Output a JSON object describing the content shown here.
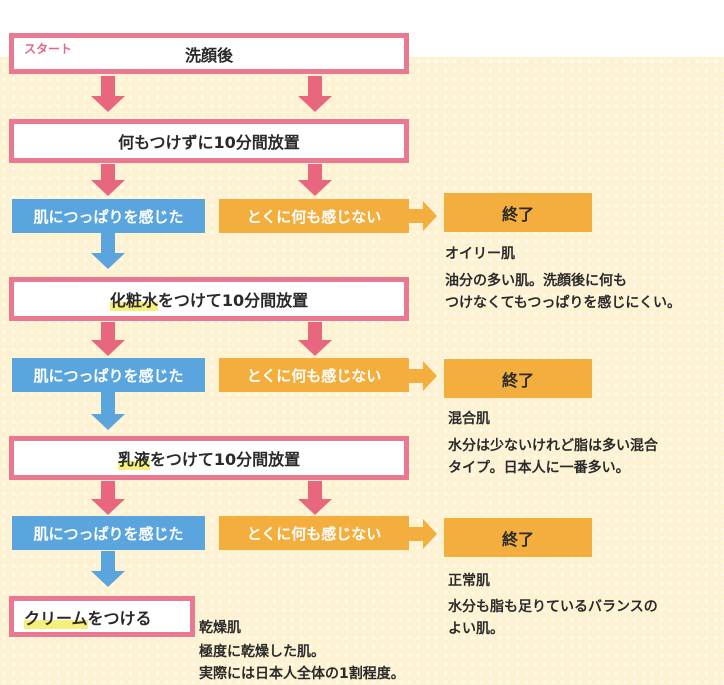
{
  "start_label": "スタート",
  "steps": [
    {
      "highlight": "",
      "text": "洗顔後"
    },
    {
      "highlight": "",
      "text": "何もつけずに10分間放置"
    },
    {
      "highlight": "化粧水",
      "text": "をつけて10分間放置"
    },
    {
      "highlight": "乳液",
      "text": "をつけて10分間放置"
    },
    {
      "highlight": "クリーム",
      "text": "をつける"
    }
  ],
  "branch_yes": "肌につっぱりを感じた",
  "branch_no": "とくに何も感じない",
  "end_label": "終了",
  "results": [
    {
      "type": "オイリー肌",
      "lines": [
        "油分の多い肌。洗顔後に何も",
        "つけなくてもつっぱりを感じにくい。"
      ]
    },
    {
      "type": "混合肌",
      "lines": [
        "水分は少ないけれど脂は多い混合",
        "タイプ。日本人に一番多い。"
      ]
    },
    {
      "type": "正常肌",
      "lines": [
        "水分も脂も足りているバランスの",
        "よい肌。"
      ]
    },
    {
      "type": "乾燥肌",
      "lines": [
        "極度に乾燥した肌。",
        "実際には日本人全体の1割程度。"
      ]
    }
  ],
  "colors": {
    "pink": "#e97890",
    "blue": "#5ba5de",
    "orange": "#f4ae3d",
    "cream": "#fdf2d2",
    "highlight": "#f7ef7c"
  }
}
